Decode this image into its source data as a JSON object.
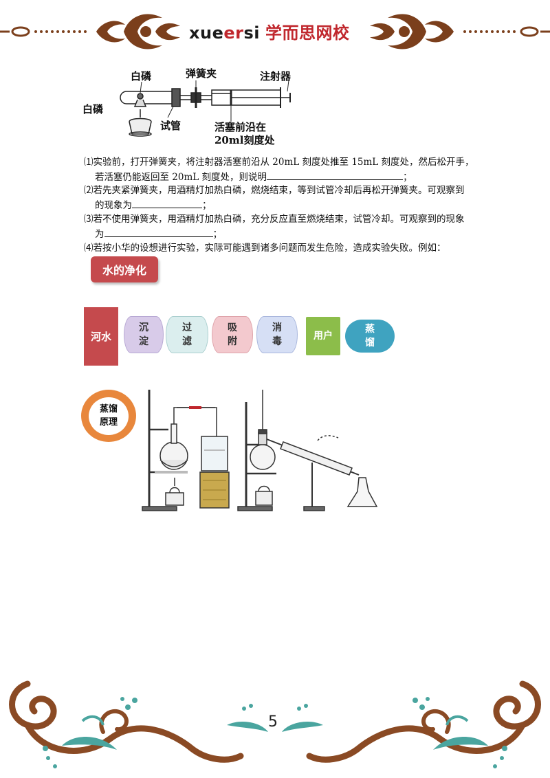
{
  "header": {
    "brand_part1": "xue",
    "brand_part2": "er",
    "brand_part3": "si",
    "brand_cn": "学而思网校"
  },
  "apparatus": {
    "label_white_phosphorus_top": "白磷",
    "label_spring_clamp": "弹簧夹",
    "label_syringe": "注射器",
    "label_white_phosphorus_left": "白磷",
    "label_test_tube": "试管",
    "label_piston_line1": "活塞前沿在",
    "label_piston_line2": "20ml刻度处"
  },
  "questions": [
    {
      "num": "⑴",
      "lines": [
        "实验前，打开弹簧夹，将注射器活塞前沿从 20mL  刻度处推至 15mL 刻度处，然后松开手，",
        "若活塞仍能返回至 20mL 刻度处，则说明"
      ],
      "suffix": "；"
    },
    {
      "num": "⑵",
      "lines": [
        "若先夹紧弹簧夹，用酒精灯加热白磷，燃烧结束，等到试管冷却后再松开弹簧夹。可观察到",
        "的现象为"
      ],
      "suffix": "；"
    },
    {
      "num": "⑶",
      "lines": [
        "若不使用弹簧夹，用酒精灯加热白磷，充分反应直至燃烧结束，试管冷却。可观察到的现象",
        "为"
      ],
      "suffix": "；"
    },
    {
      "num": "⑷",
      "lines": [
        "若按小华的设想进行实验，实际可能遇到诸多问题而发生危险，造成实验失败。例如："
      ],
      "suffix": ""
    }
  ],
  "purification": {
    "title": "水的净化",
    "river": "河水",
    "stages": [
      {
        "line1": "沉",
        "line2": "淀"
      },
      {
        "line1": "过",
        "line2": "滤"
      },
      {
        "line1": "吸",
        "line2": "附"
      },
      {
        "line1": "消",
        "line2": "毒"
      }
    ],
    "user": "用户",
    "distill": {
      "line1": "蒸",
      "line2": "馏"
    }
  },
  "principle": {
    "line1": "蒸馏",
    "line2": "原理"
  },
  "page_number": "5",
  "colors": {
    "header_brown": "#7b3f1c",
    "header_red": "#c0272d",
    "footer_brown": "#8a4a24",
    "footer_teal": "#4aa59f",
    "title_red": "#c54a4d",
    "ring_orange": "#e8873c"
  }
}
